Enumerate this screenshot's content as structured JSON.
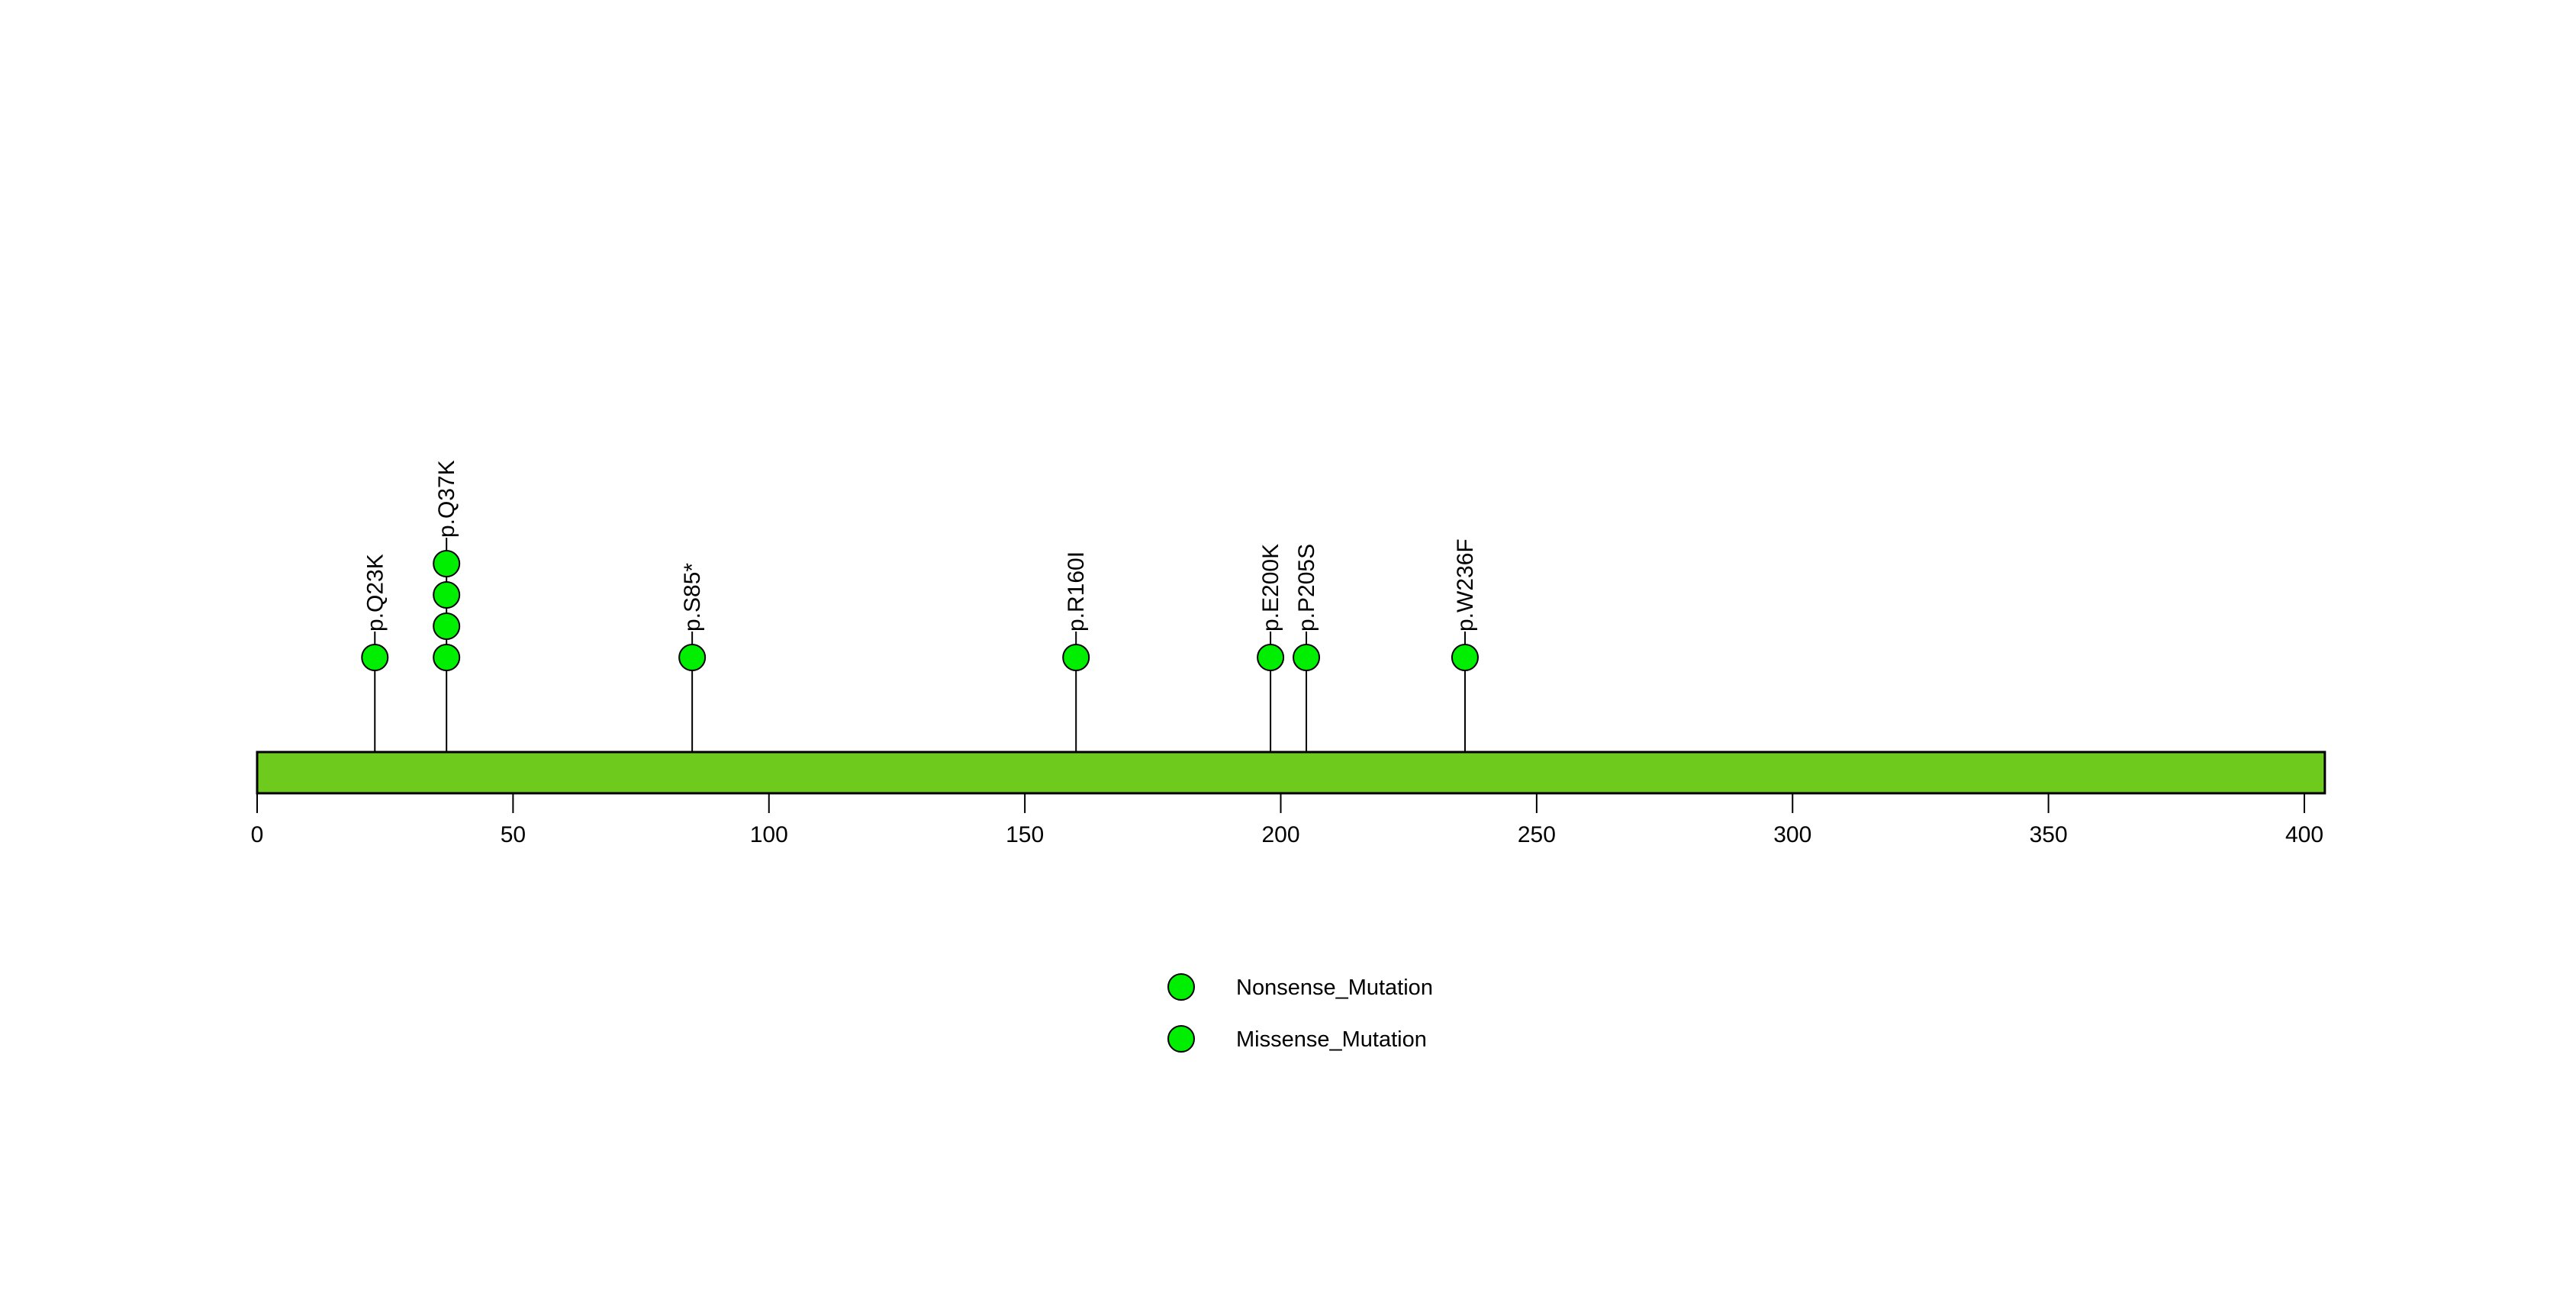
{
  "chart_data": {
    "type": "scatter",
    "plot_style": "lollipop-protein-domain-diagram",
    "title": "",
    "subtitle": "",
    "xlabel": "",
    "ylabel": "",
    "xlim": [
      0,
      404
    ],
    "grid": false,
    "protein": {
      "length": 404,
      "bar_color": "#6ECB1E",
      "bar_border_color": "#000000",
      "domains": []
    },
    "axis": {
      "ticks": [
        0,
        50,
        100,
        150,
        200,
        250,
        300,
        350,
        400
      ],
      "tick_labels": [
        "0",
        "50",
        "100",
        "150",
        "200",
        "250",
        "300",
        "350",
        "400"
      ]
    },
    "mutations": [
      {
        "label": "p.Q23K",
        "position": 23,
        "count": 1,
        "type": "Missense_Mutation",
        "color": "#00EE00"
      },
      {
        "label": "p.Q37K",
        "position": 37,
        "count": 4,
        "type": "Missense_Mutation",
        "color": "#00EE00"
      },
      {
        "label": "p.S85*",
        "position": 85,
        "count": 1,
        "type": "Nonsense_Mutation",
        "color": "#00EE00"
      },
      {
        "label": "p.R160I",
        "position": 160,
        "count": 1,
        "type": "Missense_Mutation",
        "color": "#00EE00"
      },
      {
        "label": "p.E200K",
        "position": 198,
        "count": 1,
        "type": "Missense_Mutation",
        "color": "#00EE00"
      },
      {
        "label": "p.P205S",
        "position": 205,
        "count": 1,
        "type": "Missense_Mutation",
        "color": "#00EE00"
      },
      {
        "label": "p.W236F",
        "position": 236,
        "count": 1,
        "type": "Missense_Mutation",
        "color": "#00EE00"
      }
    ],
    "legend": {
      "position": "bottom-center",
      "entries": [
        {
          "label": "Nonsense_Mutation",
          "color": "#00EE00"
        },
        {
          "label": "Missense_Mutation",
          "color": "#00EE00"
        }
      ]
    }
  },
  "colors": {
    "marker_green": "#00EE00",
    "bar_green": "#6ECB1E",
    "stroke_black": "#000000",
    "background": "#ffffff"
  }
}
